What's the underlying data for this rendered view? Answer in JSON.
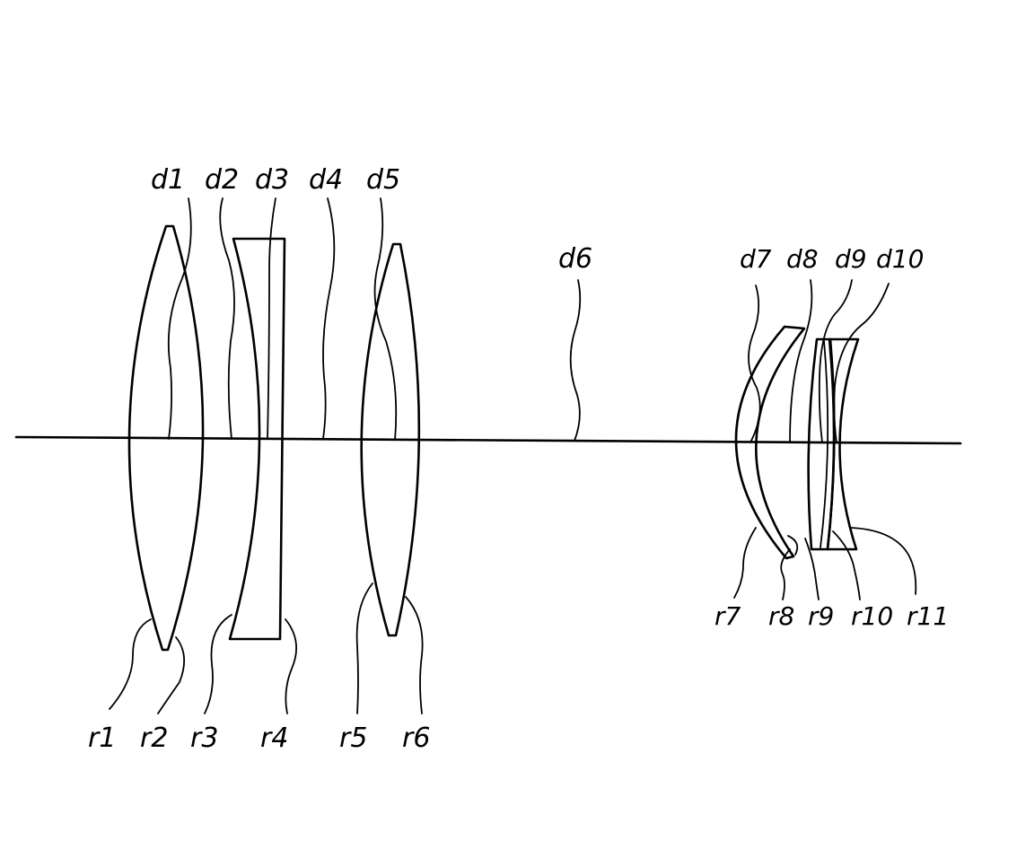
{
  "labels": {
    "d1": "d1",
    "d2": "d2",
    "d3": "d3",
    "d4": "d4",
    "d5": "d5",
    "d6": "d6",
    "d7": "d7",
    "d8": "d8",
    "d9": "d9",
    "d10": "d10",
    "r1": "r1",
    "r2": "r2",
    "r3": "r3",
    "r4": "r4",
    "r5": "r5",
    "r6": "r6",
    "r7": "r7",
    "r8": "r8",
    "r9": "r9",
    "r10": "r10",
    "r11": "r11"
  }
}
